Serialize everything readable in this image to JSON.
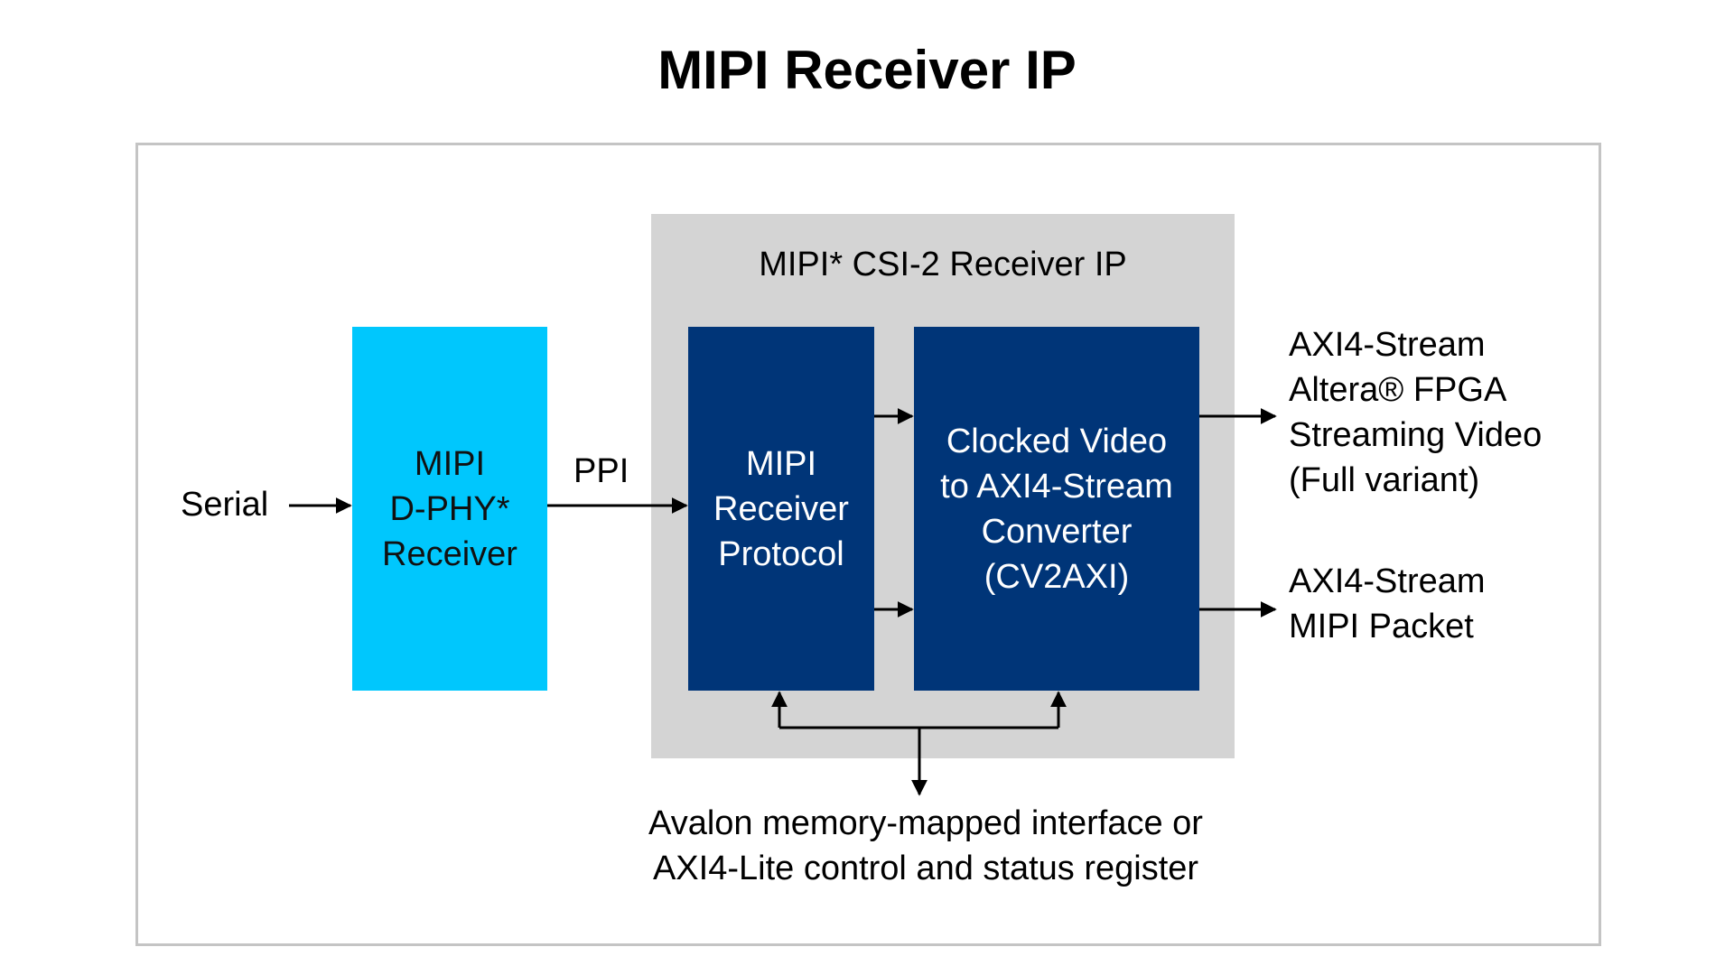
{
  "title": "MIPI Receiver IP",
  "csi_group": {
    "title": "MIPI* CSI-2 Receiver IP"
  },
  "blocks": {
    "dphy": "MIPI\nD-PHY*\nReceiver",
    "protocol": "MIPI\nReceiver\nProtocol",
    "cv2axi": "Clocked Video\nto AXI4-Stream\nConverter\n(CV2AXI)"
  },
  "labels": {
    "serial": "Serial",
    "ppi": "PPI",
    "out_video": "AXI4-Stream\nAltera® FPGA\nStreaming Video\n(Full variant)",
    "out_packet": "AXI4-Stream\nMIPI Packet",
    "control_bus": "Avalon memory-mapped interface or\nAXI4-Lite control and status register"
  },
  "colors": {
    "dphy": "#00c7fd",
    "core_blocks": "#003578",
    "group_bg": "#d4d4d4",
    "frame": "#c4c4c4"
  }
}
